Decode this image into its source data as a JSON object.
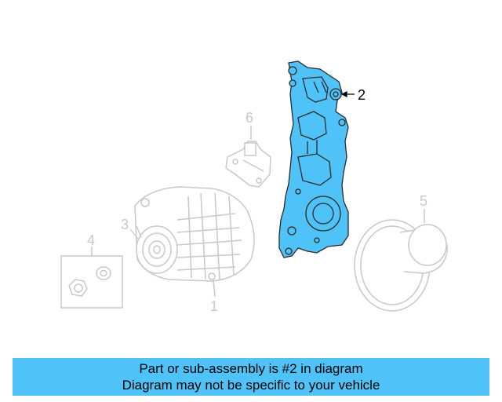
{
  "diagram": {
    "highlight_color": "#4fc3f7",
    "faded_color": "#c8c8c8",
    "callouts": [
      {
        "id": "callout-1",
        "label": "1"
      },
      {
        "id": "callout-2",
        "label": "2"
      },
      {
        "id": "callout-3",
        "label": "3"
      },
      {
        "id": "callout-4",
        "label": "4"
      },
      {
        "id": "callout-5",
        "label": "5"
      },
      {
        "id": "callout-6",
        "label": "6"
      }
    ]
  },
  "banner": {
    "line1": "Part or sub-assembly is #2 in diagram",
    "line2": "Diagram may not be specific to your vehicle",
    "background": "#4fc3f7"
  }
}
